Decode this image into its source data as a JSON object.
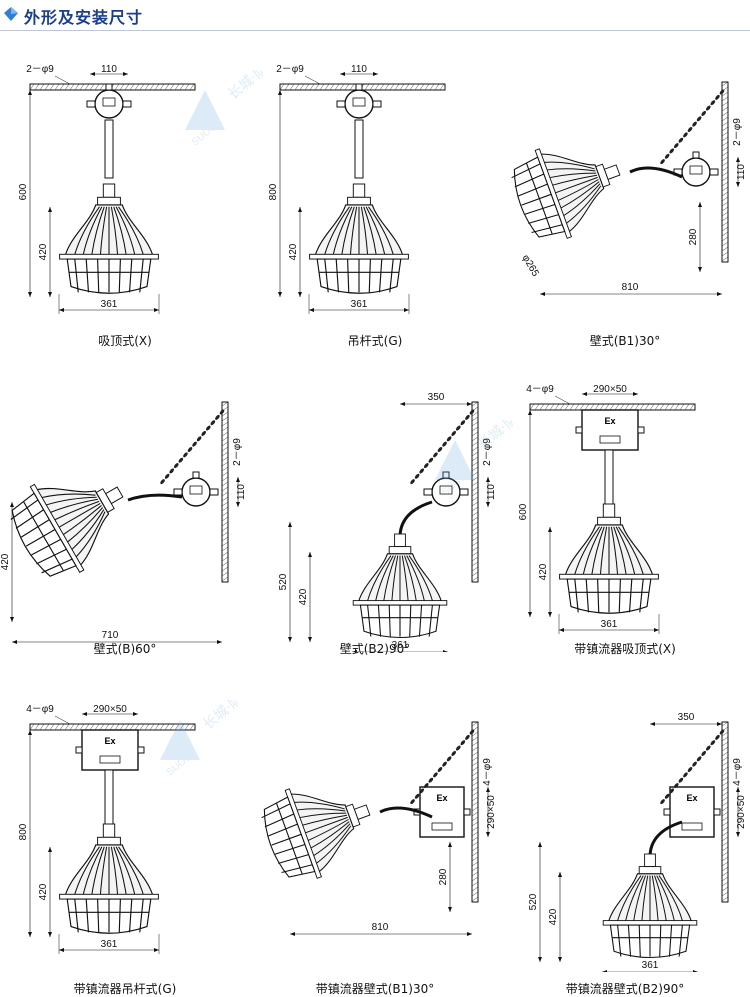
{
  "header": {
    "title": "外形及安装尺寸"
  },
  "watermark": {
    "brand": "长城·防爆",
    "latin": "SUOCH"
  },
  "colors": {
    "accent": "#1a3e8c",
    "line": "#111111",
    "watermark": "#6aa7e0"
  },
  "figures": [
    {
      "caption": "吸顶式(X)",
      "type": "ceiling",
      "dims": {
        "hole": "2－φ9",
        "box": "110",
        "height": "600",
        "lamp": "420",
        "width": "361"
      }
    },
    {
      "caption": "吊杆式(G)",
      "type": "ceiling",
      "dims": {
        "hole": "2－φ9",
        "box": "110",
        "height": "800",
        "lamp": "420",
        "width": "361"
      }
    },
    {
      "caption": "壁式(B1)30°",
      "type": "wall30",
      "dims": {
        "hole": "2－φ9",
        "box": "110",
        "drop": "280",
        "dia": "φ265",
        "reach": "810"
      }
    },
    {
      "caption": "壁式(B)60°",
      "type": "wall60",
      "dims": {
        "hole": "2－φ9",
        "box": "110",
        "height": "420",
        "reach": "710"
      }
    },
    {
      "caption": "壁式(B2)90°",
      "type": "wall90",
      "dims": {
        "hole": "2－φ9",
        "box": "110",
        "top": "350",
        "height": "520",
        "lamp": "420",
        "width": "361"
      }
    },
    {
      "caption": "带镇流器吸顶式(X)",
      "type": "ceiling-ballast",
      "dims": {
        "hole": "4－φ9",
        "box": "290×50",
        "height": "600",
        "lamp": "420",
        "width": "361"
      }
    },
    {
      "caption": "带镇流器吊杆式(G)",
      "type": "ceiling-ballast",
      "dims": {
        "hole": "4－φ9",
        "box": "290×50",
        "height": "800",
        "lamp": "420",
        "width": "361"
      }
    },
    {
      "caption": "带镇流器壁式(B1)30°",
      "type": "wall30-ballast",
      "dims": {
        "hole": "4－φ9",
        "box": "290×50",
        "drop": "280",
        "reach": "810"
      }
    },
    {
      "caption": "带镇流器壁式(B2)90°",
      "type": "wall90-ballast",
      "dims": {
        "hole": "4－φ9",
        "box": "290×50",
        "top": "350",
        "height": "520",
        "lamp": "420",
        "width": "361"
      }
    }
  ],
  "ex_label": "Ex"
}
